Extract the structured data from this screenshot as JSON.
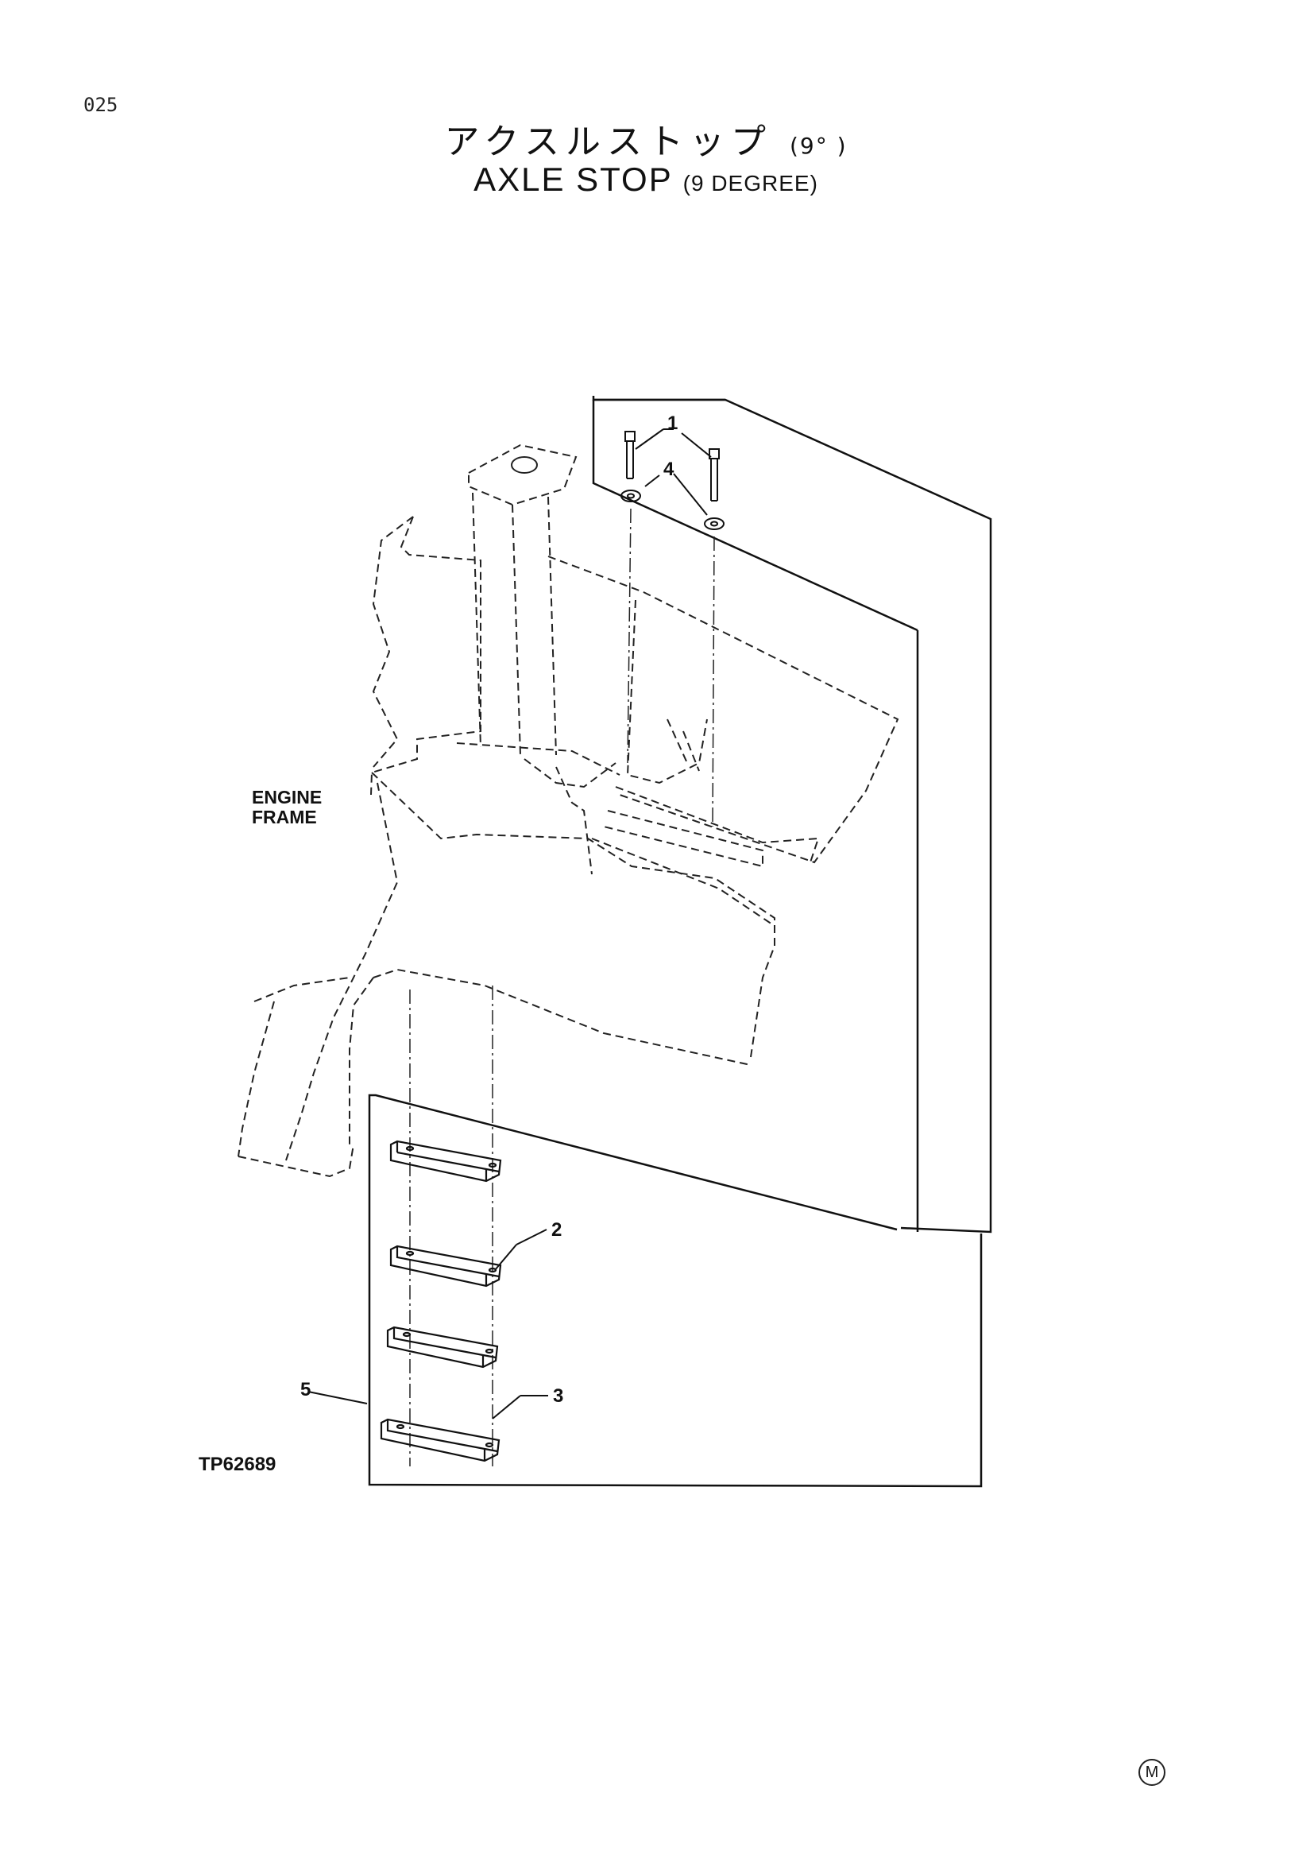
{
  "header": {
    "page_number": "025",
    "title_jp": "アクスルストップ",
    "title_jp_sub": "(9° )",
    "title_en": "AXLE STOP",
    "title_en_sub": "(9 DEGREE)"
  },
  "diagram": {
    "engine_frame_label_1": "ENGINE",
    "engine_frame_label_2": "FRAME",
    "callouts": {
      "c1": "1",
      "c2": "2",
      "c3": "3",
      "c4": "4",
      "c5": "5"
    },
    "figure_code": "TP62689"
  },
  "footer": {
    "mark": "M"
  }
}
